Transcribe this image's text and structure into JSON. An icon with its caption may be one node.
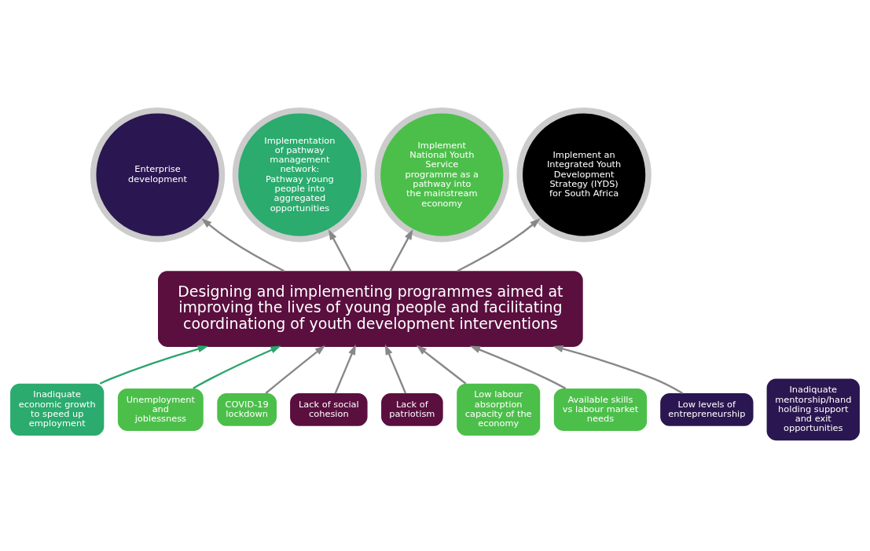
{
  "diagram": {
    "nodes": [
      {
        "text": [
          "Enterprise development"
        ]
      },
      {
        "text": [
          "Implementation of pathway management network: Pathway young people into aggregated opportunities"
        ]
      },
      {
        "text": [
          "Implement National Youth Service programme as a pathway into the mainstream economy"
        ]
      },
      {
        "text": [
          "Implement an Integrated Youth Development Strategy (IYDS) for South Africa"
        ]
      },
      {
        "text": [
          "Designing and implementing programmes aimed at improving the lives of young people and facilitating coordinationg of youth development interventions"
        ]
      },
      {
        "text": [
          "Inadiquate economic growth to speed up employment"
        ]
      },
      {
        "text": [
          "Unemployment and joblessness"
        ]
      },
      {
        "text": [
          "COVID-19 lockdown"
        ]
      },
      {
        "text": [
          "Lack of social cohesion"
        ]
      },
      {
        "text": [
          "Lack of patriotism"
        ]
      },
      {
        "text": [
          "Low labour absorption capacity of the economy"
        ]
      },
      {
        "text": [
          "Available skills vs labour market needs"
        ]
      },
      {
        "text": [
          "Low levels of entrepreneurship"
        ]
      },
      {
        "text": [
          "Inadiquate mentorship/hand holding support and exit opportunities"
        ]
      }
    ],
    "edges": [
      {
        "from": 4,
        "to": 0,
        "arrow": "to"
      },
      {
        "from": 4,
        "to": 1,
        "arrow": "to"
      },
      {
        "from": 4,
        "to": 2,
        "arrow": "to"
      },
      {
        "from": 4,
        "to": 3,
        "arrow": "to"
      },
      {
        "from": 6,
        "to": 4,
        "arrow": "to",
        "color": "#2aa56c"
      },
      {
        "from": 10,
        "to": 4,
        "arrow": "to"
      },
      {
        "from": 7,
        "to": 4,
        "arrow": "to"
      },
      {
        "from": 11,
        "to": 4,
        "arrow": "to"
      },
      {
        "from": 8,
        "to": 4,
        "arrow": "to"
      },
      {
        "from": 12,
        "to": 4,
        "arrow": "to"
      },
      {
        "from": 9,
        "to": 4,
        "arrow": "to"
      },
      {
        "from": 5,
        "to": 4,
        "arrow": "to",
        "color": "#2aa56c"
      }
    ]
  }
}
